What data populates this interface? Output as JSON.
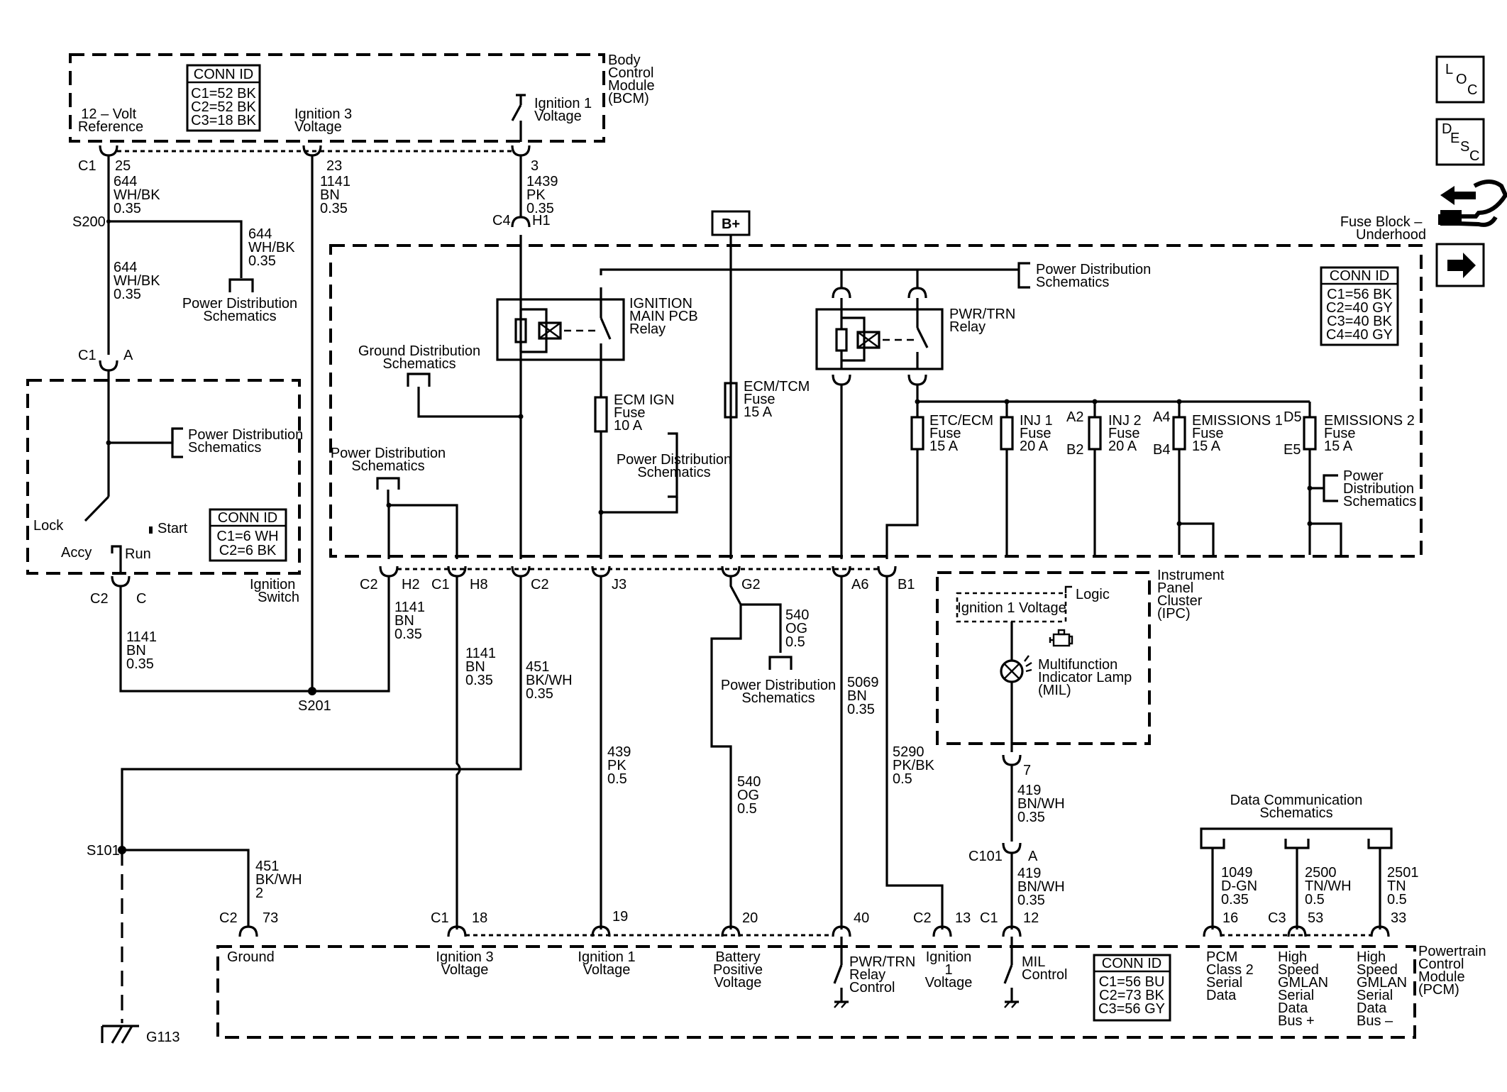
{
  "modules": {
    "bcm": [
      "Body",
      "Control",
      "Module",
      "(BCM)"
    ],
    "fuse_block": [
      "Fuse Block –",
      "Underhood"
    ],
    "ignition_switch": [
      "Ignition",
      "Switch"
    ],
    "ipc": [
      "Instrument",
      "Panel",
      "Cluster",
      "(IPC)"
    ],
    "pcm": [
      "Powertrain",
      "Control",
      "Module",
      "(PCM)"
    ]
  },
  "conn_tables": {
    "bcm": {
      "title": "CONN ID",
      "rows": [
        "C1=52 BK",
        "C2=52 BK",
        "C3=18 BK"
      ]
    },
    "ignition_switch": {
      "title": "CONN ID",
      "rows": [
        "C1=6 WH",
        "C2=6 BK"
      ]
    },
    "fuse_block": {
      "title": "CONN ID",
      "rows": [
        "C1=56 BK",
        "C2=40 GY",
        "C3=40 BK",
        "C4=40 GY"
      ]
    },
    "pcm": {
      "title": "CONN ID",
      "rows": [
        "C1=56 BU",
        "C2=73 BK",
        "C3=56 GY"
      ]
    }
  },
  "bcm_labels": {
    "ref_12v": [
      "12 – Volt",
      "Reference"
    ],
    "ign3": [
      "Ignition 3",
      "Voltage"
    ],
    "ign1": [
      "Ignition 1",
      "Voltage"
    ]
  },
  "relays": {
    "ign_main": [
      "IGNITION",
      "MAIN PCB",
      "Relay"
    ],
    "pwr_trn": [
      "PWR/TRN",
      "Relay"
    ]
  },
  "fuses": [
    {
      "name": "ECM IGN",
      "type": "Fuse",
      "rating": "10 A"
    },
    {
      "name": "ECM/TCM",
      "type": "Fuse",
      "rating": "15 A"
    },
    {
      "name": "ETC/ECM",
      "type": "Fuse",
      "rating": "15 A"
    },
    {
      "name": "INJ 1",
      "type": "Fuse",
      "rating": "20 A"
    },
    {
      "name": "INJ 2",
      "type": "Fuse",
      "rating": "20 A"
    },
    {
      "name": "EMISSIONS 1",
      "type": "Fuse",
      "rating": "15 A"
    },
    {
      "name": "EMISSIONS 2",
      "type": "Fuse",
      "rating": "15 A"
    }
  ],
  "fuse_pins": [
    "A2",
    "B2",
    "A4",
    "B4",
    "D5",
    "E5"
  ],
  "battery_label": "B+",
  "refs": {
    "power_dist": [
      "Power Distribution",
      "Schematics"
    ],
    "power_dist_stacked": [
      "Power",
      "Distribution",
      "Schematics"
    ],
    "ground_dist": [
      "Ground Distribution",
      "Schematics"
    ],
    "data_comm": [
      "Data Communication",
      "Schematics"
    ]
  },
  "switch_positions": [
    "Lock",
    "Start",
    "Accy",
    "Run"
  ],
  "wires": [
    {
      "circuit": "644",
      "color": "WH/BK",
      "gauge": "0.35"
    },
    {
      "circuit": "644",
      "color": "WH/BK",
      "gauge": "0.35"
    },
    {
      "circuit": "644",
      "color": "WH/BK",
      "gauge": "0.35"
    },
    {
      "circuit": "1141",
      "color": "BN",
      "gauge": "0.35"
    },
    {
      "circuit": "1439",
      "color": "PK",
      "gauge": "0.35"
    },
    {
      "circuit": "1141",
      "color": "BN",
      "gauge": "0.35"
    },
    {
      "circuit": "1141",
      "color": "BN",
      "gauge": "0.35"
    },
    {
      "circuit": "1141",
      "color": "BN",
      "gauge": "0.35"
    },
    {
      "circuit": "451",
      "color": "BK/WH",
      "gauge": "0.35"
    },
    {
      "circuit": "451",
      "color": "BK/WH",
      "gauge": "2"
    },
    {
      "circuit": "439",
      "color": "PK",
      "gauge": "0.5"
    },
    {
      "circuit": "540",
      "color": "OG",
      "gauge": "0.5"
    },
    {
      "circuit": "540",
      "color": "OG",
      "gauge": "0.5"
    },
    {
      "circuit": "5069",
      "color": "BN",
      "gauge": "0.35"
    },
    {
      "circuit": "5290",
      "color": "PK/BK",
      "gauge": "0.5"
    },
    {
      "circuit": "419",
      "color": "BN/WH",
      "gauge": "0.35"
    },
    {
      "circuit": "419",
      "color": "BN/WH",
      "gauge": "0.35"
    },
    {
      "circuit": "1049",
      "color": "D-GN",
      "gauge": "0.35"
    },
    {
      "circuit": "2500",
      "color": "TN/WH",
      "gauge": "0.5"
    },
    {
      "circuit": "2501",
      "color": "TN",
      "gauge": "0.5"
    }
  ],
  "connector_labels": {
    "c1": "C1",
    "c2": "C2",
    "c3": "C3",
    "c4": "C4",
    "c101": "C101",
    "pin_25": "25",
    "pin_23": "23",
    "pin_3": "3",
    "pin_A": "A",
    "pin_C": "C",
    "pin_H1": "H1",
    "pin_H2": "H2",
    "pin_H8": "H8",
    "pin_J3": "J3",
    "pin_G2": "G2",
    "pin_A6": "A6",
    "pin_B1": "B1",
    "pin_7": "7",
    "pin_73": "73",
    "pin_18": "18",
    "pin_19": "19",
    "pin_20": "20",
    "pin_40": "40",
    "pin_13": "13",
    "pin_12": "12",
    "pin_16": "16",
    "pin_53": "53",
    "pin_33": "33"
  },
  "splices": {
    "s200": "S200",
    "s201": "S201",
    "s101": "S101",
    "g113": "G113"
  },
  "ipc": {
    "logic_box": "Ignition 1 Voltage",
    "logic_label": "Logic",
    "lamp": [
      "Multifunction",
      "Indicator Lamp",
      "(MIL)"
    ]
  },
  "pcm_pins": {
    "ground": [
      "Ground"
    ],
    "ign3": [
      "Ignition 3",
      "Voltage"
    ],
    "ign1": [
      "Ignition 1",
      "Voltage"
    ],
    "batt": [
      "Battery",
      "Positive",
      "Voltage"
    ],
    "pwrtrn": [
      "PWR/TRN",
      "Relay",
      "Control"
    ],
    "ign1b": [
      "Ignition",
      "1",
      "Voltage"
    ],
    "mil": [
      "MIL",
      "Control"
    ],
    "class2": [
      "PCM",
      "Class 2",
      "Serial",
      "Data"
    ],
    "gmlan_p": [
      "High",
      "Speed",
      "GMLAN",
      "Serial",
      "Data",
      "Bus +"
    ],
    "gmlan_m": [
      "High",
      "Speed",
      "GMLAN",
      "Serial",
      "Data",
      "Bus –"
    ]
  },
  "nav_icons": [
    {
      "icon": "loc-icon",
      "letters": [
        "L",
        "O",
        "C"
      ]
    },
    {
      "icon": "desc-icon",
      "letters": [
        "D",
        "E",
        "S",
        "C"
      ]
    },
    {
      "icon": "harness-icon"
    },
    {
      "icon": "next-arrow-icon"
    }
  ]
}
